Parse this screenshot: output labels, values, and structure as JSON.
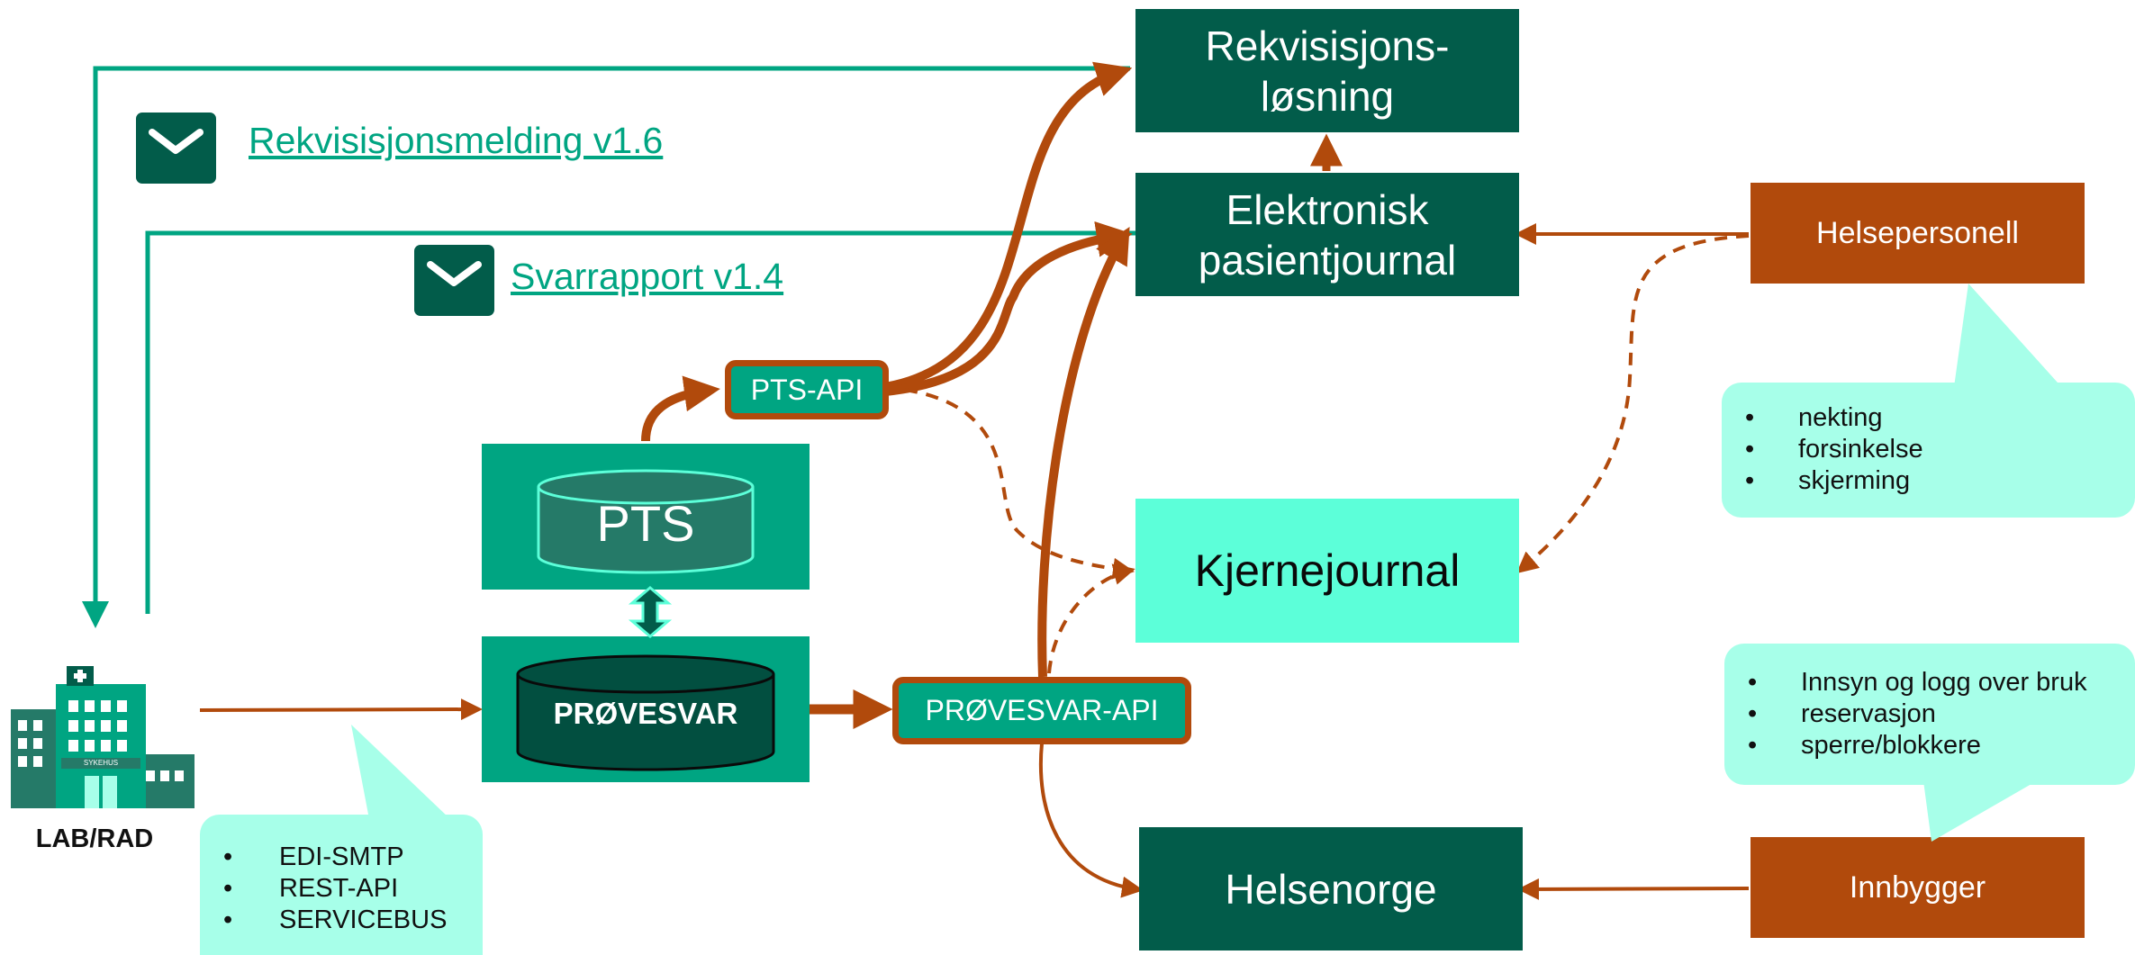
{
  "nodes": {
    "rekvisisjonslosning": {
      "line1": "Rekvisisjons-",
      "line2": "løsning"
    },
    "epj": {
      "line1": "Elektronisk",
      "line2": "pasientjournal"
    },
    "helsepersonell": "Helsepersonell",
    "kjernejournal": "Kjernejournal",
    "helsenorge": "Helsenorge",
    "innbygger": "Innbygger",
    "pts": "PTS",
    "provesvar": "PRØVESVAR",
    "pts_api": "PTS-API",
    "provesvar_api": "PRØVESVAR-API",
    "lab": "LAB/RAD",
    "sykehus_sign": "SYKEHUS"
  },
  "messages": {
    "rekvisisjon": "Rekvisisjonsmelding v1.6",
    "svarrapport": "Svarrapport v1.4"
  },
  "callouts": {
    "helsepersonell": [
      "nekting",
      "forsinkelse",
      "skjerming"
    ],
    "innbygger": [
      "Innsyn og logg over bruk",
      "reservasjon",
      "sperre/blokkere"
    ],
    "lab": [
      "EDI-SMTP",
      "REST-API",
      "SERVICEBUS"
    ]
  },
  "icons": {
    "message": "envelope-icon",
    "hospital": "hospital-building-icon",
    "database": "database-cylinder-icon",
    "sync": "double-arrow-icon"
  },
  "colors": {
    "dark_green": "#025c4a",
    "mid_green": "#00a582",
    "light_mint": "#5cffd9",
    "callout_mint": "#a7ffe9",
    "rust": "#b14a0c",
    "teal_line": "#00a582"
  }
}
